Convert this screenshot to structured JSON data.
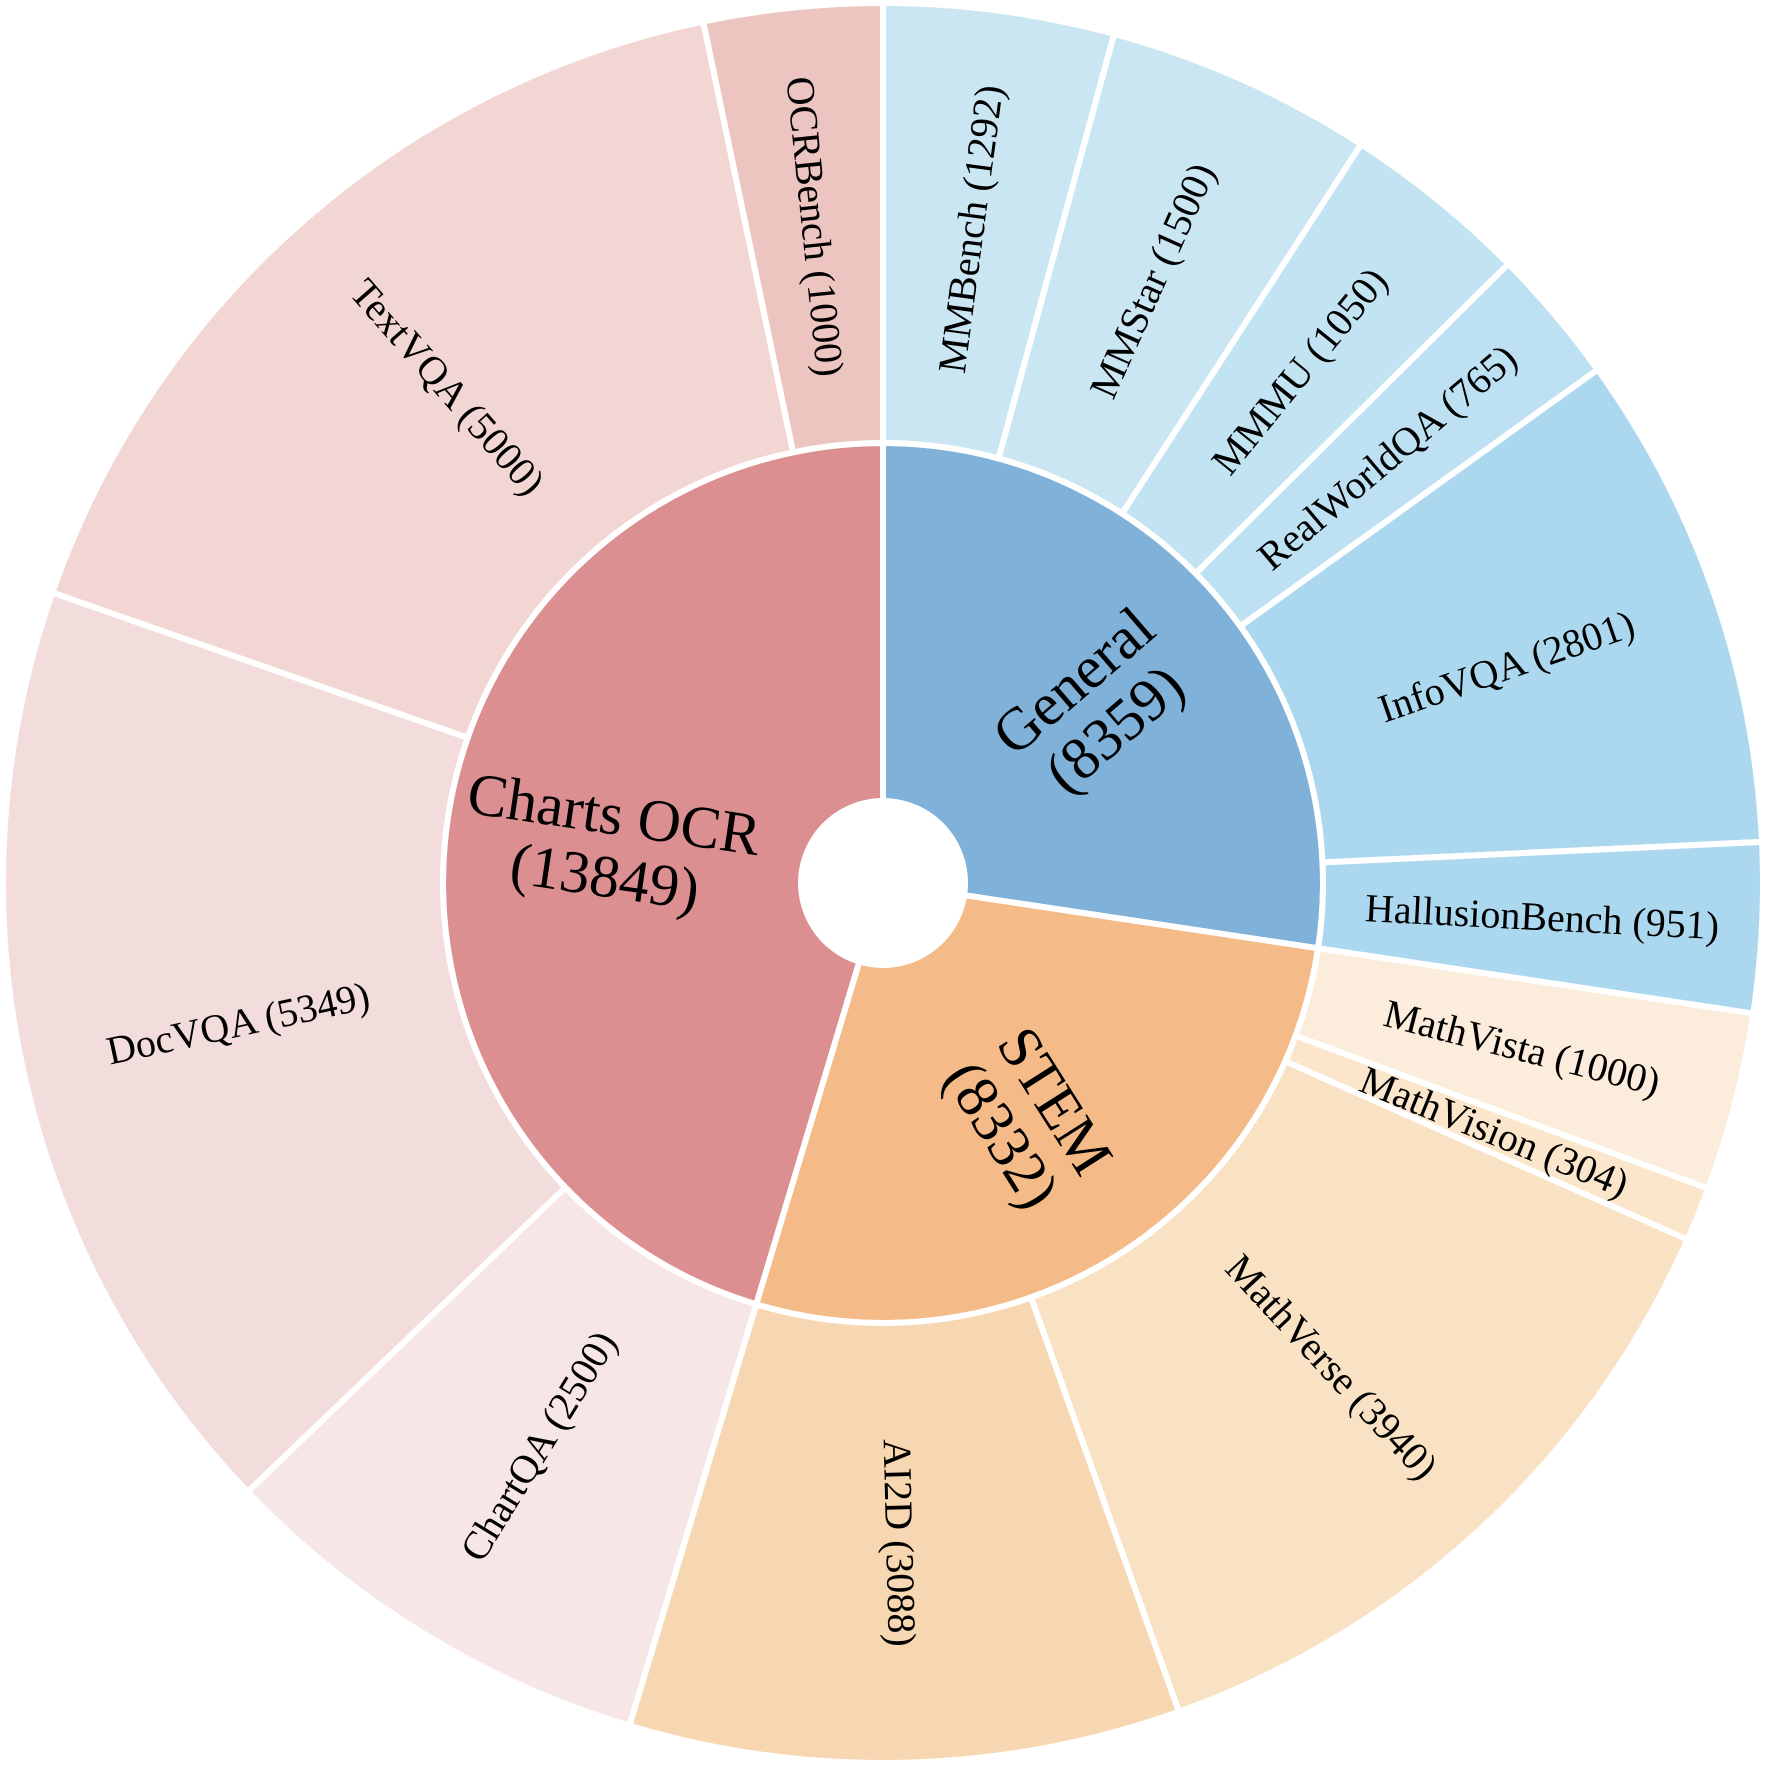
{
  "chart_data": {
    "type": "sunburst",
    "title": "",
    "groups": [
      {
        "label_name": "General",
        "label_count": "(8359)",
        "value": 8359,
        "color": "#7fb1d9",
        "children": [
          {
            "label": "MMBench (1292)",
            "value": 1292,
            "color": "#cae6f2"
          },
          {
            "label": "MMStar (1500)",
            "value": 1500,
            "color": "#cae6f2"
          },
          {
            "label": "MMMU (1050)",
            "value": 1050,
            "color": "#c2e3f2"
          },
          {
            "label": "RealWorldQA (765)",
            "value": 765,
            "color": "#bde1f2"
          },
          {
            "label": "InfoVQA (2801)",
            "value": 2801,
            "color": "#acd8ef"
          },
          {
            "label": "HallusionBench (951)",
            "value": 951,
            "color": "#acd8ef"
          }
        ]
      },
      {
        "label_name": "STEM",
        "label_count": "(8332)",
        "value": 8332,
        "color": "#f4bb88",
        "children": [
          {
            "label": "MathVista (1000)",
            "value": 1000,
            "color": "#fcecdb"
          },
          {
            "label": "MathVision (304)",
            "value": 304,
            "color": "#fbe6cc"
          },
          {
            "label": "MathVerse (3940)",
            "value": 3940,
            "color": "#f9e2c4"
          },
          {
            "label": "AI2D (3088)",
            "value": 3088,
            "color": "#f7d7b2"
          }
        ]
      },
      {
        "label_name": "Charts OCR",
        "label_count": "(13849)",
        "value": 13849,
        "color": "#db8f90",
        "children": [
          {
            "label": "ChartQA (2500)",
            "value": 2500,
            "color": "#f7e6e6"
          },
          {
            "label": "DocVQA (5349)",
            "value": 5349,
            "color": "#f3dcdc"
          },
          {
            "label": "TextVQA (5000)",
            "value": 5000,
            "color": "#f1d6d3"
          },
          {
            "label": "OCRBench (1000)",
            "value": 1000,
            "color": "#ecc5c1"
          }
        ]
      }
    ]
  }
}
